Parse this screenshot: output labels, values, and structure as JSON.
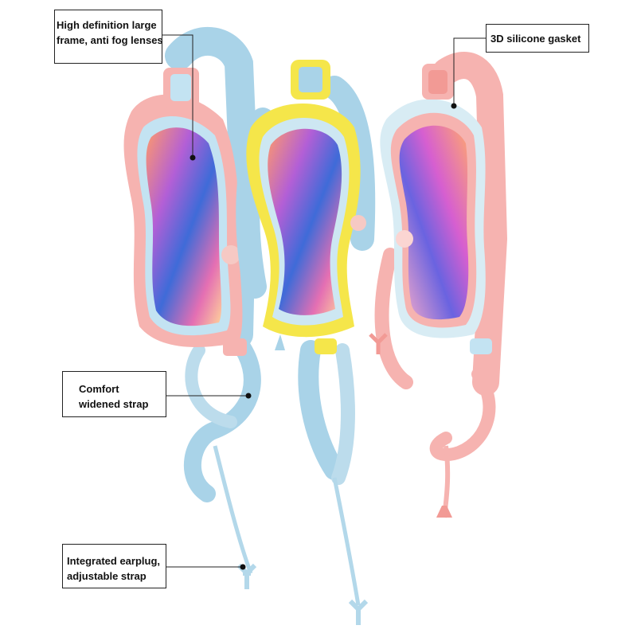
{
  "callouts": {
    "lens": {
      "line1": "High definition large",
      "line2": "frame, anti fog lenses"
    },
    "gasket": {
      "line1": "3D silicone gasket"
    },
    "strap": {
      "line1": "Comfort",
      "line2": "widened strap"
    },
    "earplug": {
      "line1": "Integrated earplug,",
      "line2": "adjustable strap"
    }
  },
  "colors": {
    "blue": "#a9d3e8",
    "yellow": "#f5e64a",
    "pink": "#f6b3b0",
    "lens_mirror": "#9a6fd8"
  }
}
